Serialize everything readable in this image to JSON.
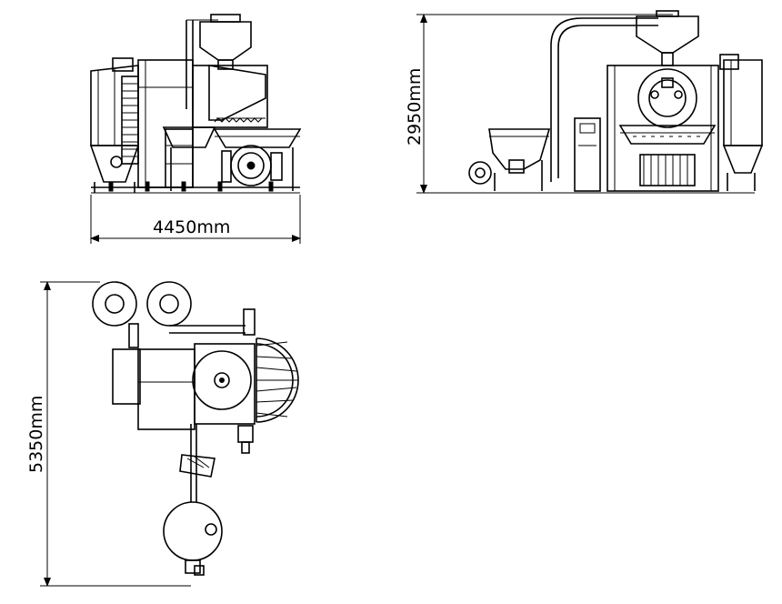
{
  "diagram": {
    "views": [
      {
        "id": "front",
        "dimension_label": "4450mm"
      },
      {
        "id": "side",
        "dimension_label": "2950mm"
      },
      {
        "id": "top",
        "dimension_label": "5350mm"
      }
    ]
  }
}
